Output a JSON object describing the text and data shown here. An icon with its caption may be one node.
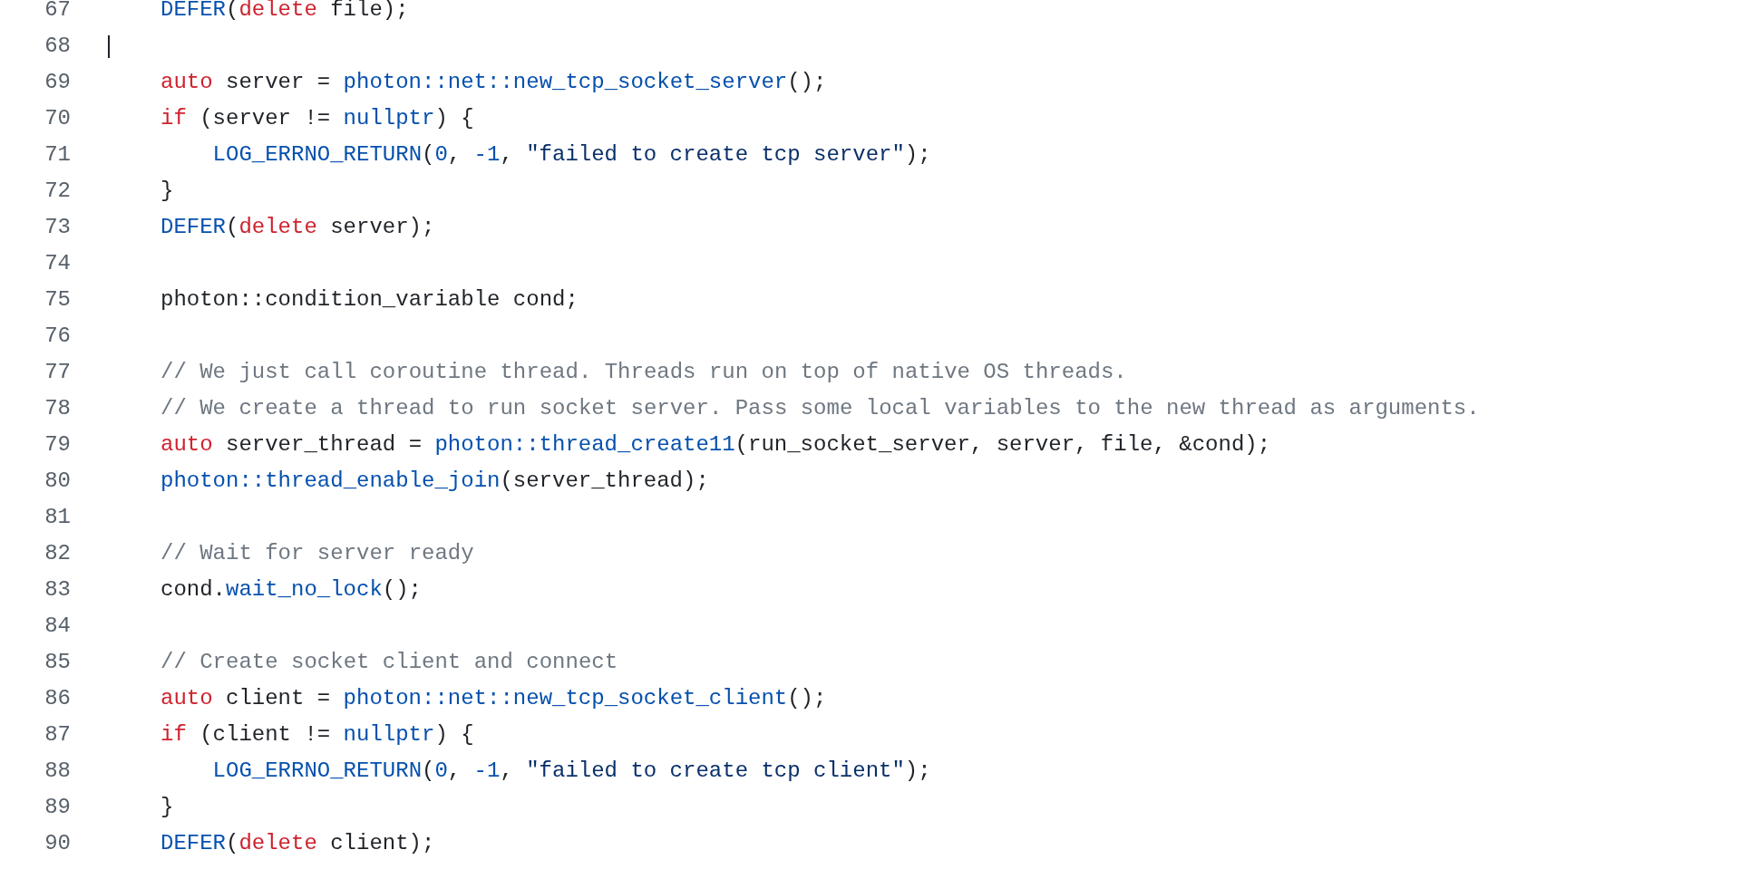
{
  "diagram": {
    "labels": [
      "67",
      "DEFER",
      "(",
      "delete",
      "file);",
      "68",
      "69",
      "auto",
      "server =",
      "photon::net::new_tcp_socket_server",
      "();",
      "70",
      "if",
      "(server !=",
      "nullptr",
      ") {",
      "71",
      "LOG_ERRNO_RETURN",
      "(",
      "0",
      ",",
      "-1",
      ",",
      "\"failed to create tcp server\"",
      ");",
      "72",
      "}",
      "73",
      "DEFER",
      "(",
      "delete",
      "server);",
      "74",
      "75",
      "photon::condition_variable cond;",
      "76",
      "77",
      "// We just call coroutine thread. Threads run on top of native OS threads.",
      "78",
      "// We create a thread to run socket server. Pass some local variables to the new thread as arguments.",
      "79",
      "auto",
      "server_thread =",
      "photon::thread_create11",
      "(run_socket_server, server, file, &cond);",
      "80",
      "photon::thread_enable_join",
      "(server_thread);",
      "81",
      "82",
      "// Wait for server ready",
      "83",
      "cond.",
      "wait_no_lock",
      "();",
      "84",
      "85",
      "// Create socket client and connect",
      "86",
      "auto",
      "client =",
      "photon::net::new_tcp_socket_client",
      "();",
      "87",
      "if",
      "(client !=",
      "nullptr",
      ") {",
      "88",
      "LOG_ERRNO_RETURN",
      "(",
      "0",
      ",",
      "-1",
      ",",
      "\"failed to create tcp client\"",
      ");",
      "89",
      "}",
      "90",
      "DEFER",
      "(",
      "delete",
      "client);"
    ]
  }
}
